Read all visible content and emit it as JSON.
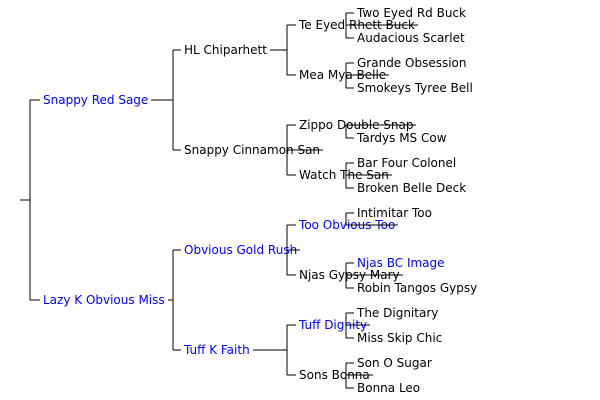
{
  "colors": {
    "link": "#0000ff",
    "text": "#000000",
    "line": "#000000"
  },
  "pedigree": {
    "sire": {
      "name": "Snappy Red Sage",
      "link": true,
      "sire": {
        "name": "HL Chiparhett",
        "link": false,
        "sire": {
          "name": "Te Eyed Rhett Buck",
          "link": false,
          "sire": {
            "name": "Two Eyed Rd Buck",
            "link": false
          },
          "dam": {
            "name": "Audacious Scarlet",
            "link": false
          }
        },
        "dam": {
          "name": "Mea Mya Belle",
          "link": false,
          "sire": {
            "name": "Grande Obsession",
            "link": false
          },
          "dam": {
            "name": "Smokeys Tyree Bell",
            "link": false
          }
        }
      },
      "dam": {
        "name": "Snappy Cinnamon San",
        "link": false,
        "sire": {
          "name": "Zippo Double Snap",
          "link": false,
          "dam": {
            "name": "Tardys MS Cow",
            "link": false
          }
        },
        "dam": {
          "name": "Watch The San",
          "link": false,
          "sire": {
            "name": "Bar Four Colonel",
            "link": false
          },
          "dam": {
            "name": "Broken Belle Deck",
            "link": false
          }
        }
      }
    },
    "dam": {
      "name": "Lazy K Obvious Miss",
      "link": true,
      "sire": {
        "name": "Obvious Gold Rush",
        "link": true,
        "sire": {
          "name": "Too Obvious Too",
          "link": true,
          "sire": {
            "name": "Intimitar Too",
            "link": false
          }
        },
        "dam": {
          "name": "Njas Gypsy Mary",
          "link": false,
          "sire": {
            "name": "Njas BC Image",
            "link": true
          },
          "dam": {
            "name": "Robin Tangos Gypsy",
            "link": false
          }
        }
      },
      "dam": {
        "name": "Tuff K Faith",
        "link": true,
        "sire": {
          "name": "Tuff Dignity",
          "link": true,
          "sire": {
            "name": "The Dignitary",
            "link": false
          },
          "dam": {
            "name": "Miss Skip Chic",
            "link": false
          }
        },
        "dam": {
          "name": "Sons Bonna",
          "link": false,
          "sire": {
            "name": "Son O Sugar",
            "link": false
          },
          "dam": {
            "name": "Bonna Leo",
            "link": false
          }
        }
      }
    }
  }
}
